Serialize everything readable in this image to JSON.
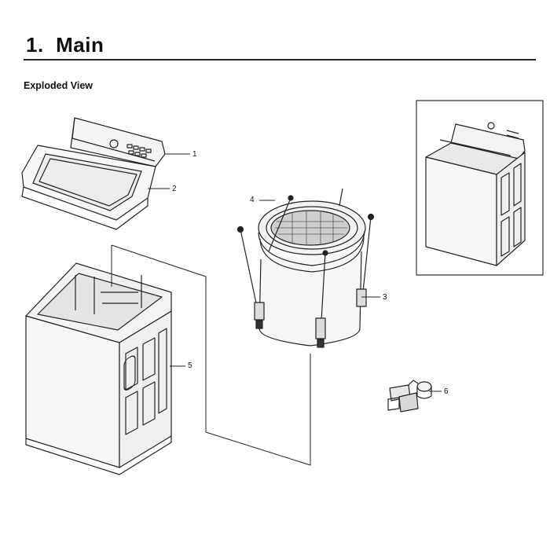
{
  "section": {
    "number": "1.",
    "title": "Main"
  },
  "subtitle": "Exploded View",
  "callouts": [
    "1",
    "2",
    "3",
    "4",
    "5",
    "6"
  ]
}
